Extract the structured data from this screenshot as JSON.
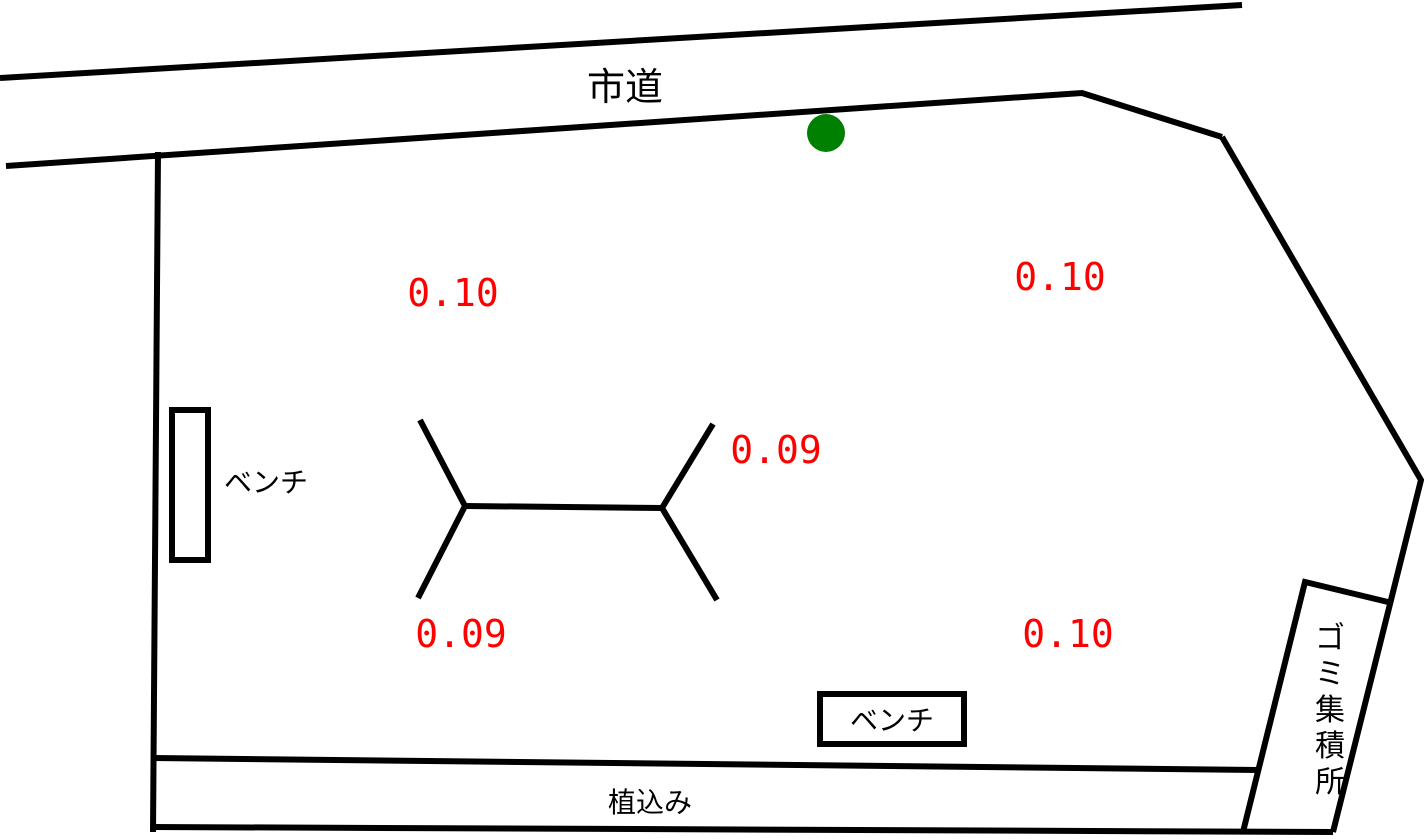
{
  "map": {
    "labels": {
      "road": "市道",
      "bench_left": "ベンチ",
      "bench_bottom": "ベンチ",
      "planting": "植込み",
      "garbage": "ゴミ集積所"
    },
    "readings": [
      {
        "value": "0.10"
      },
      {
        "value": "0.10"
      },
      {
        "value": "0.09"
      },
      {
        "value": "0.09"
      },
      {
        "value": "0.10"
      }
    ],
    "colors": {
      "reading": "#ff0000",
      "marker": "#008000",
      "outline": "#000000",
      "background": "#ffffff"
    },
    "marker": {
      "icon": "green-dot-icon"
    }
  }
}
